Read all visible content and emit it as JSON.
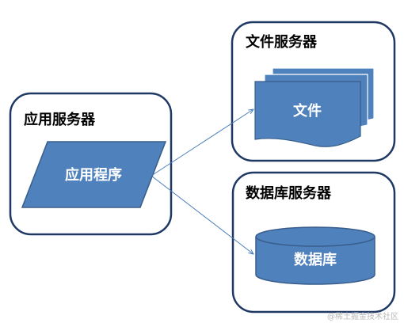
{
  "diagram": {
    "nodes": [
      {
        "id": "app-server",
        "title": "应用服务器",
        "shape": "parallelogram",
        "label": "应用程序"
      },
      {
        "id": "file-server",
        "title": "文件服务器",
        "shape": "multi-document",
        "label": "文件"
      },
      {
        "id": "db-server",
        "title": "数据库服务器",
        "shape": "cylinder",
        "label": "数据库"
      }
    ],
    "edges": [
      {
        "from": "app-server",
        "to": "file-server"
      },
      {
        "from": "app-server",
        "to": "db-server"
      }
    ],
    "colors": {
      "shape_fill": "#4f81bd",
      "shape_stroke": "#385d8a",
      "connector": "#4a7ebb",
      "container_stroke": "#1f3864"
    }
  },
  "watermark": "@稀土掘金技术社区"
}
